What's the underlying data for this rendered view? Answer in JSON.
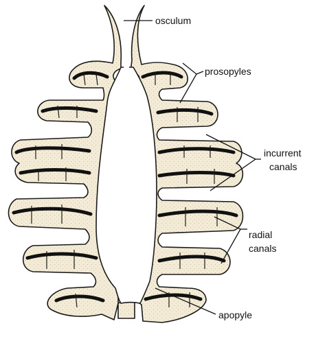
{
  "labels": {
    "osculum": "osculum",
    "prosopyles": "prosopyles",
    "incurrent_line1": "incurrent",
    "incurrent_line2": "canals",
    "radial_line1": "radial",
    "radial_line2": "canals",
    "apopyle": "apopyle"
  },
  "colors": {
    "body_fill": "#f3ebd6",
    "outline": "#1a1a1a",
    "choanocyte_band": "#111111",
    "background": "#ffffff"
  }
}
